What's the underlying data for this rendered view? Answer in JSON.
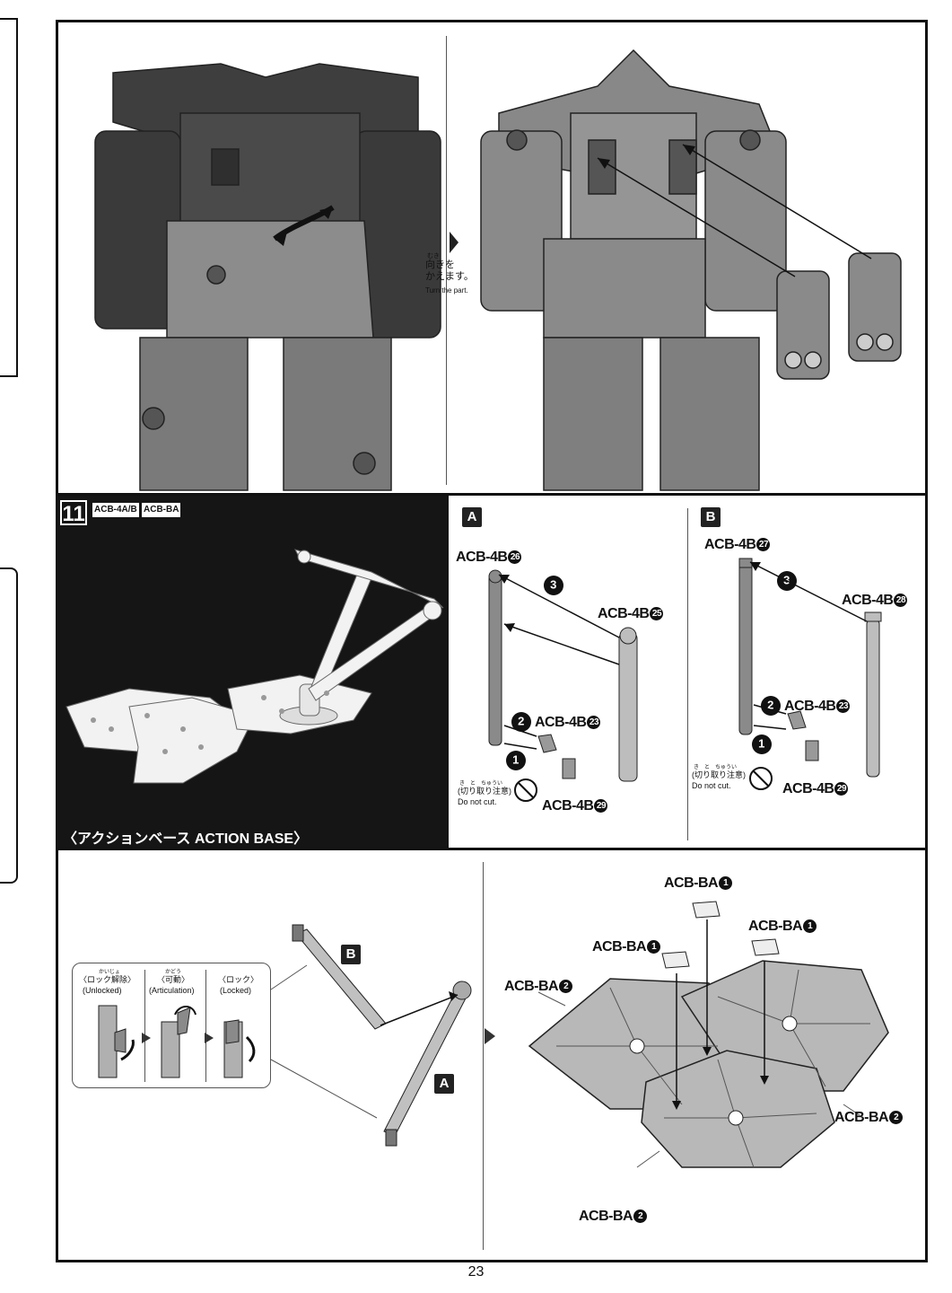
{
  "page_number": "23",
  "top": {
    "turn_ruby": "むき",
    "turn_jp_1": "向きを",
    "turn_jp_2": "かえます。",
    "turn_en": "Turn the part."
  },
  "step11": {
    "number": "11",
    "tags": [
      "ACB-4A/B",
      "ACB-BA"
    ],
    "caption": "〈アクションベース ACTION BASE〉"
  },
  "panel_a": {
    "label": "A",
    "part_top": "ACB-4B",
    "part_top_num": "26",
    "part_right": "ACB-4B",
    "part_right_num": "25",
    "part_mid": "ACB-4B",
    "part_mid_num": "23",
    "part_bottom": "ACB-4B",
    "part_bottom_num": "29",
    "steps": [
      "1",
      "2",
      "3"
    ],
    "note_ruby": "き　と　ちゅうい",
    "note_jp": "(切り取り注意)",
    "note_en": "Do not cut."
  },
  "panel_b": {
    "label": "B",
    "part_top": "ACB-4B",
    "part_top_num": "27",
    "part_right": "ACB-4B",
    "part_right_num": "28",
    "part_mid": "ACB-4B",
    "part_mid_num": "23",
    "part_bottom": "ACB-4B",
    "part_bottom_num": "29",
    "steps": [
      "1",
      "2",
      "3"
    ],
    "note_ruby": "き　と　ちゅうい",
    "note_jp": "(切り取り注意)",
    "note_en": "Do not cut."
  },
  "lock": {
    "unlocked_ruby": "かいじょ",
    "unlocked_jp": "〈ロック解除〉",
    "unlocked_en": "(Unlocked)",
    "artic_ruby": "かどう",
    "artic_jp": "〈可動〉",
    "artic_en": "(Articulation)",
    "locked_jp": "〈ロック〉",
    "locked_en": "(Locked)"
  },
  "arm_labels": [
    "B",
    "A"
  ],
  "base": {
    "part_name": "ACB-BA",
    "num1": "1",
    "num2": "2"
  },
  "colors": {
    "ink": "#111111",
    "part_gray": "#8a8a8a",
    "dark_panel": "#151515"
  }
}
